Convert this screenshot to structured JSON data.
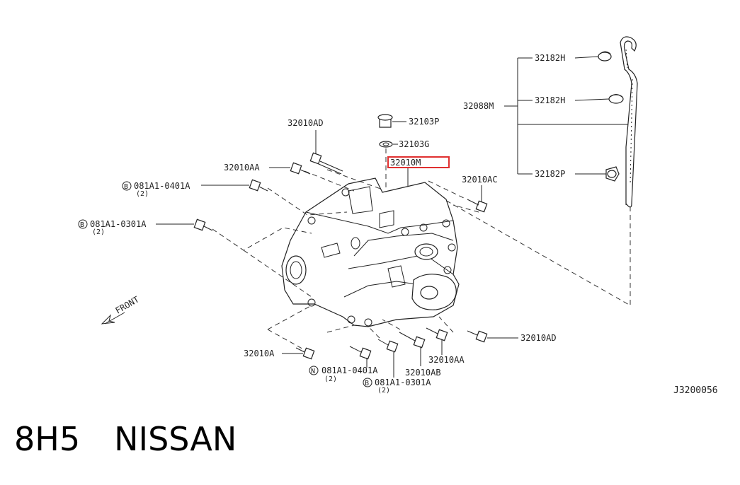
{
  "parts": {
    "p32182H_top": "32182H",
    "p32182H_mid": "32182H",
    "p32088M": "32088M",
    "p32182P": "32182P",
    "p32103P": "32103P",
    "p32103G": "32103G",
    "p32010M": "32010M",
    "p32010AD_top": "32010AD",
    "p32010AA_left": "32010AA",
    "p32010AC": "32010AC",
    "bolt1": "081A1-0401A",
    "bolt1_qty": "(2)",
    "bolt2": "081A1-0301A",
    "bolt2_qty": "(2)",
    "p32010A": "32010A",
    "bolt3": "081A1-0401A",
    "bolt3_qty": "(2)",
    "p32010AB": "32010AB",
    "p32010AA_bottom": "32010AA",
    "bolt4": "081A1-0301A",
    "bolt4_qty": "(2)",
    "p32010AD_right": "32010AD",
    "front": "FRONT",
    "marker_b": "B",
    "marker_n": "N"
  },
  "diagram_code": "J3200056",
  "caption": {
    "engine": "8H5",
    "brand": "NISSAN"
  },
  "colors": {
    "highlight": "#e03030",
    "ink": "#222222"
  }
}
